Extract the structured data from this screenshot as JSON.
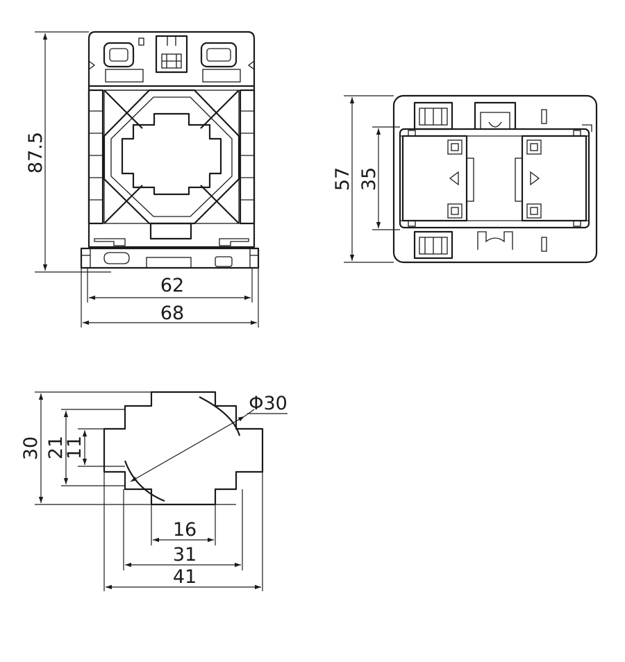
{
  "front_view": {
    "height_label": "87.5",
    "inner_width_label": "62",
    "outer_width_label": "68"
  },
  "side_view": {
    "outer_height_label": "57",
    "inner_height_label": "35"
  },
  "window_view": {
    "height_30_label": "30",
    "height_21_label": "21",
    "height_11_label": "11",
    "diameter_label": "Φ30",
    "width_16_label": "16",
    "width_31_label": "31",
    "width_41_label": "41"
  }
}
